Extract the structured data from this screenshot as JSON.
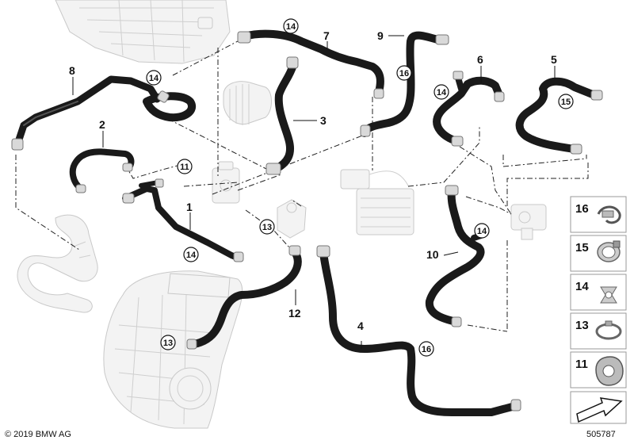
{
  "callouts": {
    "n1": "1",
    "n2": "2",
    "n3": "3",
    "n4": "4",
    "n5": "5",
    "n6": "6",
    "n7": "7",
    "n8": "8",
    "n9": "9",
    "n10": "10",
    "n12": "12",
    "c11": "11",
    "c13a": "13",
    "c13b": "13",
    "c14a": "14",
    "c14b": "14",
    "c14c": "14",
    "c14d": "14",
    "c14e": "14",
    "c15": "15",
    "c16a": "16",
    "c16b": "16"
  },
  "legend": {
    "items": [
      {
        "number": "16",
        "icon": "hose-clip-icon"
      },
      {
        "number": "15",
        "icon": "clamp-ring-icon"
      },
      {
        "number": "14",
        "icon": "spring-clip-icon"
      },
      {
        "number": "13",
        "icon": "hose-clamp-icon"
      },
      {
        "number": "11",
        "icon": "connector-icon"
      }
    ],
    "arrow_icon": "arrow-icon"
  },
  "footer": {
    "copyright": "© 2019 BMW AG",
    "diagram_number": "505787"
  }
}
